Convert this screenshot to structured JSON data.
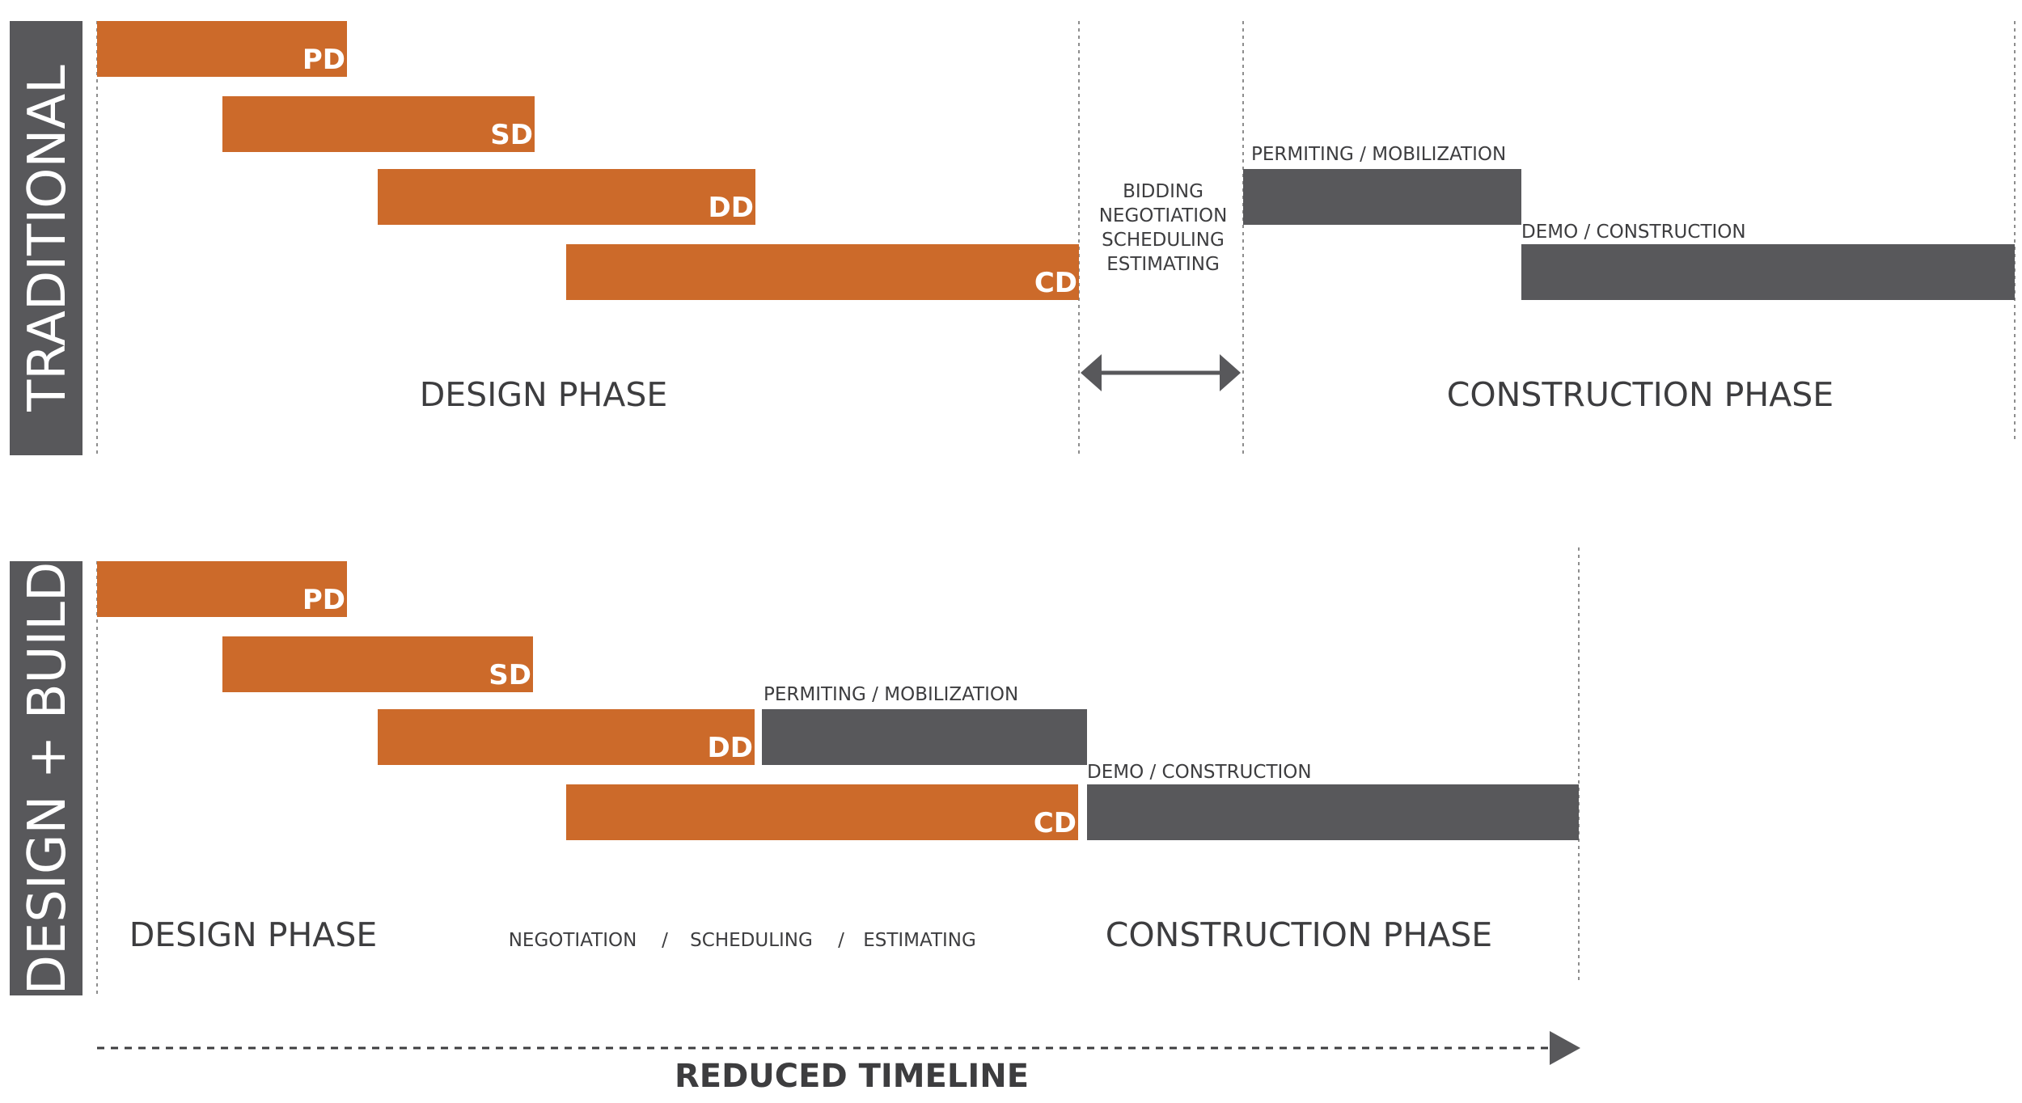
{
  "colors": {
    "design": "#cc6a2a",
    "construction": "#58585b",
    "panel": "#58585b",
    "guide": "#8e8e8e",
    "text_dark": "#3d3d3f",
    "panel_text": "#ffffff",
    "bar_text": "#ffffff"
  },
  "traditional": {
    "label": "TRADITIONAL",
    "bars": {
      "pd": "PD",
      "sd": "SD",
      "dd": "DD",
      "cd": "CD"
    },
    "permit_label": "PERMITING / MOBILIZATION",
    "demo_label": "DEMO / CONSTRUCTION",
    "interim_lines": [
      "BIDDING",
      "NEGOTIATION",
      "SCHEDULING",
      "ESTIMATING"
    ],
    "design_phase": "DESIGN PHASE",
    "construction_phase": "CONSTRUCTION PHASE"
  },
  "design_build": {
    "label": "DESIGN + BUILD",
    "bars": {
      "pd": "PD",
      "sd": "SD",
      "dd": "DD",
      "cd": "CD"
    },
    "permit_label": "PERMITING / MOBILIZATION",
    "demo_label": "DEMO / CONSTRUCTION",
    "design_phase": "DESIGN PHASE",
    "construction_phase": "CONSTRUCTION PHASE",
    "steps": [
      "NEGOTIATION",
      "SCHEDULING",
      "ESTIMATING"
    ],
    "separator": "/"
  },
  "timeline_label": "REDUCED TIMELINE"
}
